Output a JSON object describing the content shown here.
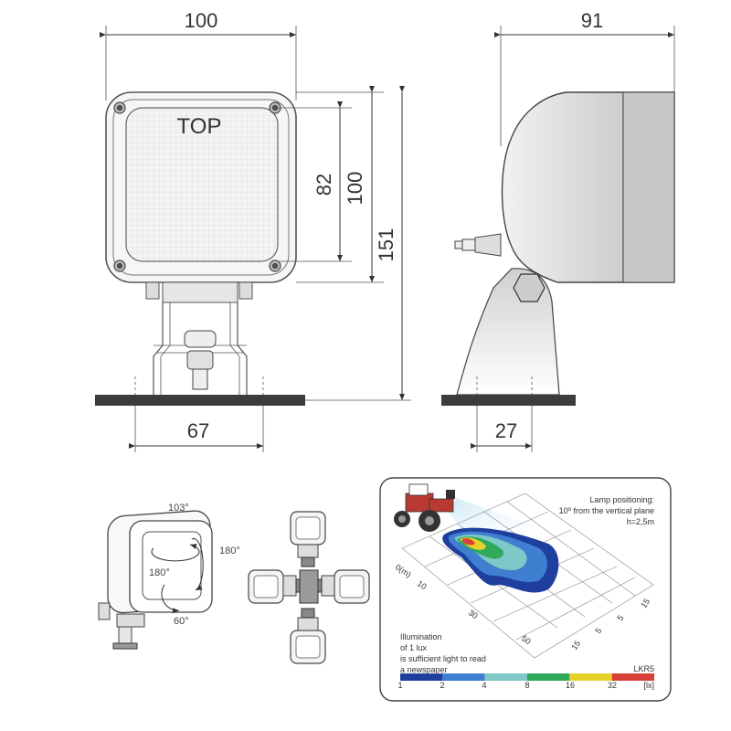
{
  "front_view": {
    "width_label": "100",
    "top_label": "TOP",
    "lens_height_label": "82",
    "housing_height_label": "100",
    "total_height_label": "151",
    "base_width_label": "67"
  },
  "side_view": {
    "depth_label": "91",
    "base_offset_label": "27"
  },
  "rotation": {
    "angle_top": "103°",
    "angle_right": "180°",
    "angle_center": "180°",
    "angle_bottom": "60°"
  },
  "illumination": {
    "positioning_title": "Lamp positioning:",
    "positioning_angle": "10º from the vertical plane",
    "positioning_height": "h=2,5m",
    "axis_unit": "0(m)",
    "distance_ticks": [
      "10",
      "30",
      "50"
    ],
    "lateral_ticks": [
      "15",
      "5",
      "5",
      "15"
    ],
    "note_lines": [
      "Illumination",
      "of 1 lux",
      "is sufficient light to read",
      "a newspaper"
    ],
    "model": "LKR5",
    "scale_unit": "[lx]",
    "scale_labels": [
      "1",
      "2",
      "4",
      "8",
      "16",
      "32"
    ],
    "scale_colors": [
      "#1f3f9e",
      "#3f7fd0",
      "#7fc8c8",
      "#2faa5a",
      "#e8d22a",
      "#d8403a"
    ]
  }
}
